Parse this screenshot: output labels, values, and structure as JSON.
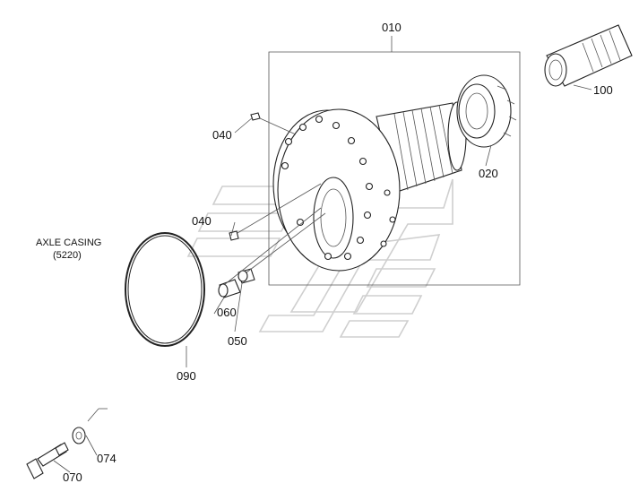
{
  "labels": {
    "p010": "010",
    "p020": "020",
    "p100": "100",
    "p040a": "040",
    "p040b": "040",
    "p060": "060",
    "p050": "050",
    "p090": "090",
    "p070": "070",
    "p074": "074",
    "axle_casing": "AXLE CASING",
    "axle_casing_ref": "(5220)"
  },
  "colors": {
    "line": "#222222",
    "watermark": "#cfcfcf",
    "background": "#ffffff"
  }
}
